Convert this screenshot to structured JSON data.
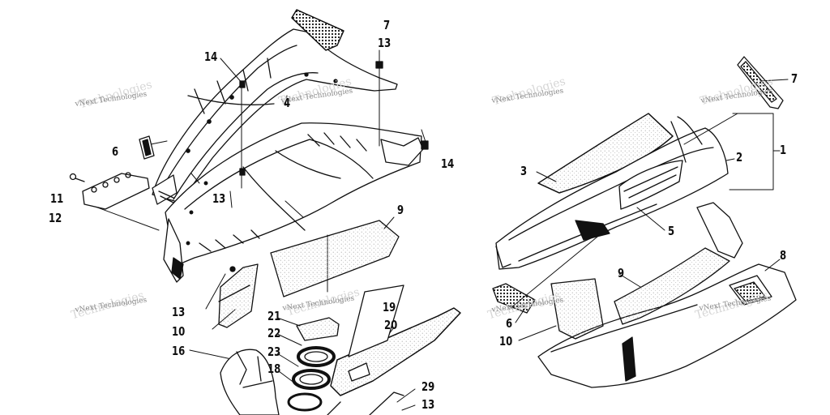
{
  "watermark": {
    "text": "vNext Technologies",
    "ghost": "Technologies"
  },
  "callouts": {
    "c1": "1",
    "c2": "2",
    "c3": "3",
    "c4": "4",
    "c5": "5",
    "c6": "6",
    "c7": "7",
    "c8": "8",
    "c9": "9",
    "c10": "10",
    "c11": "11",
    "c12": "12",
    "c13": "13",
    "c14": "14",
    "c16": "16",
    "c18": "18",
    "c19": "19",
    "c20": "20",
    "c21": "21",
    "c22": "22",
    "c23": "23",
    "c29": "29"
  },
  "colors": {
    "line": "#111111",
    "stipple": "#9a9a9a",
    "watermark": "#8a8a8a"
  }
}
